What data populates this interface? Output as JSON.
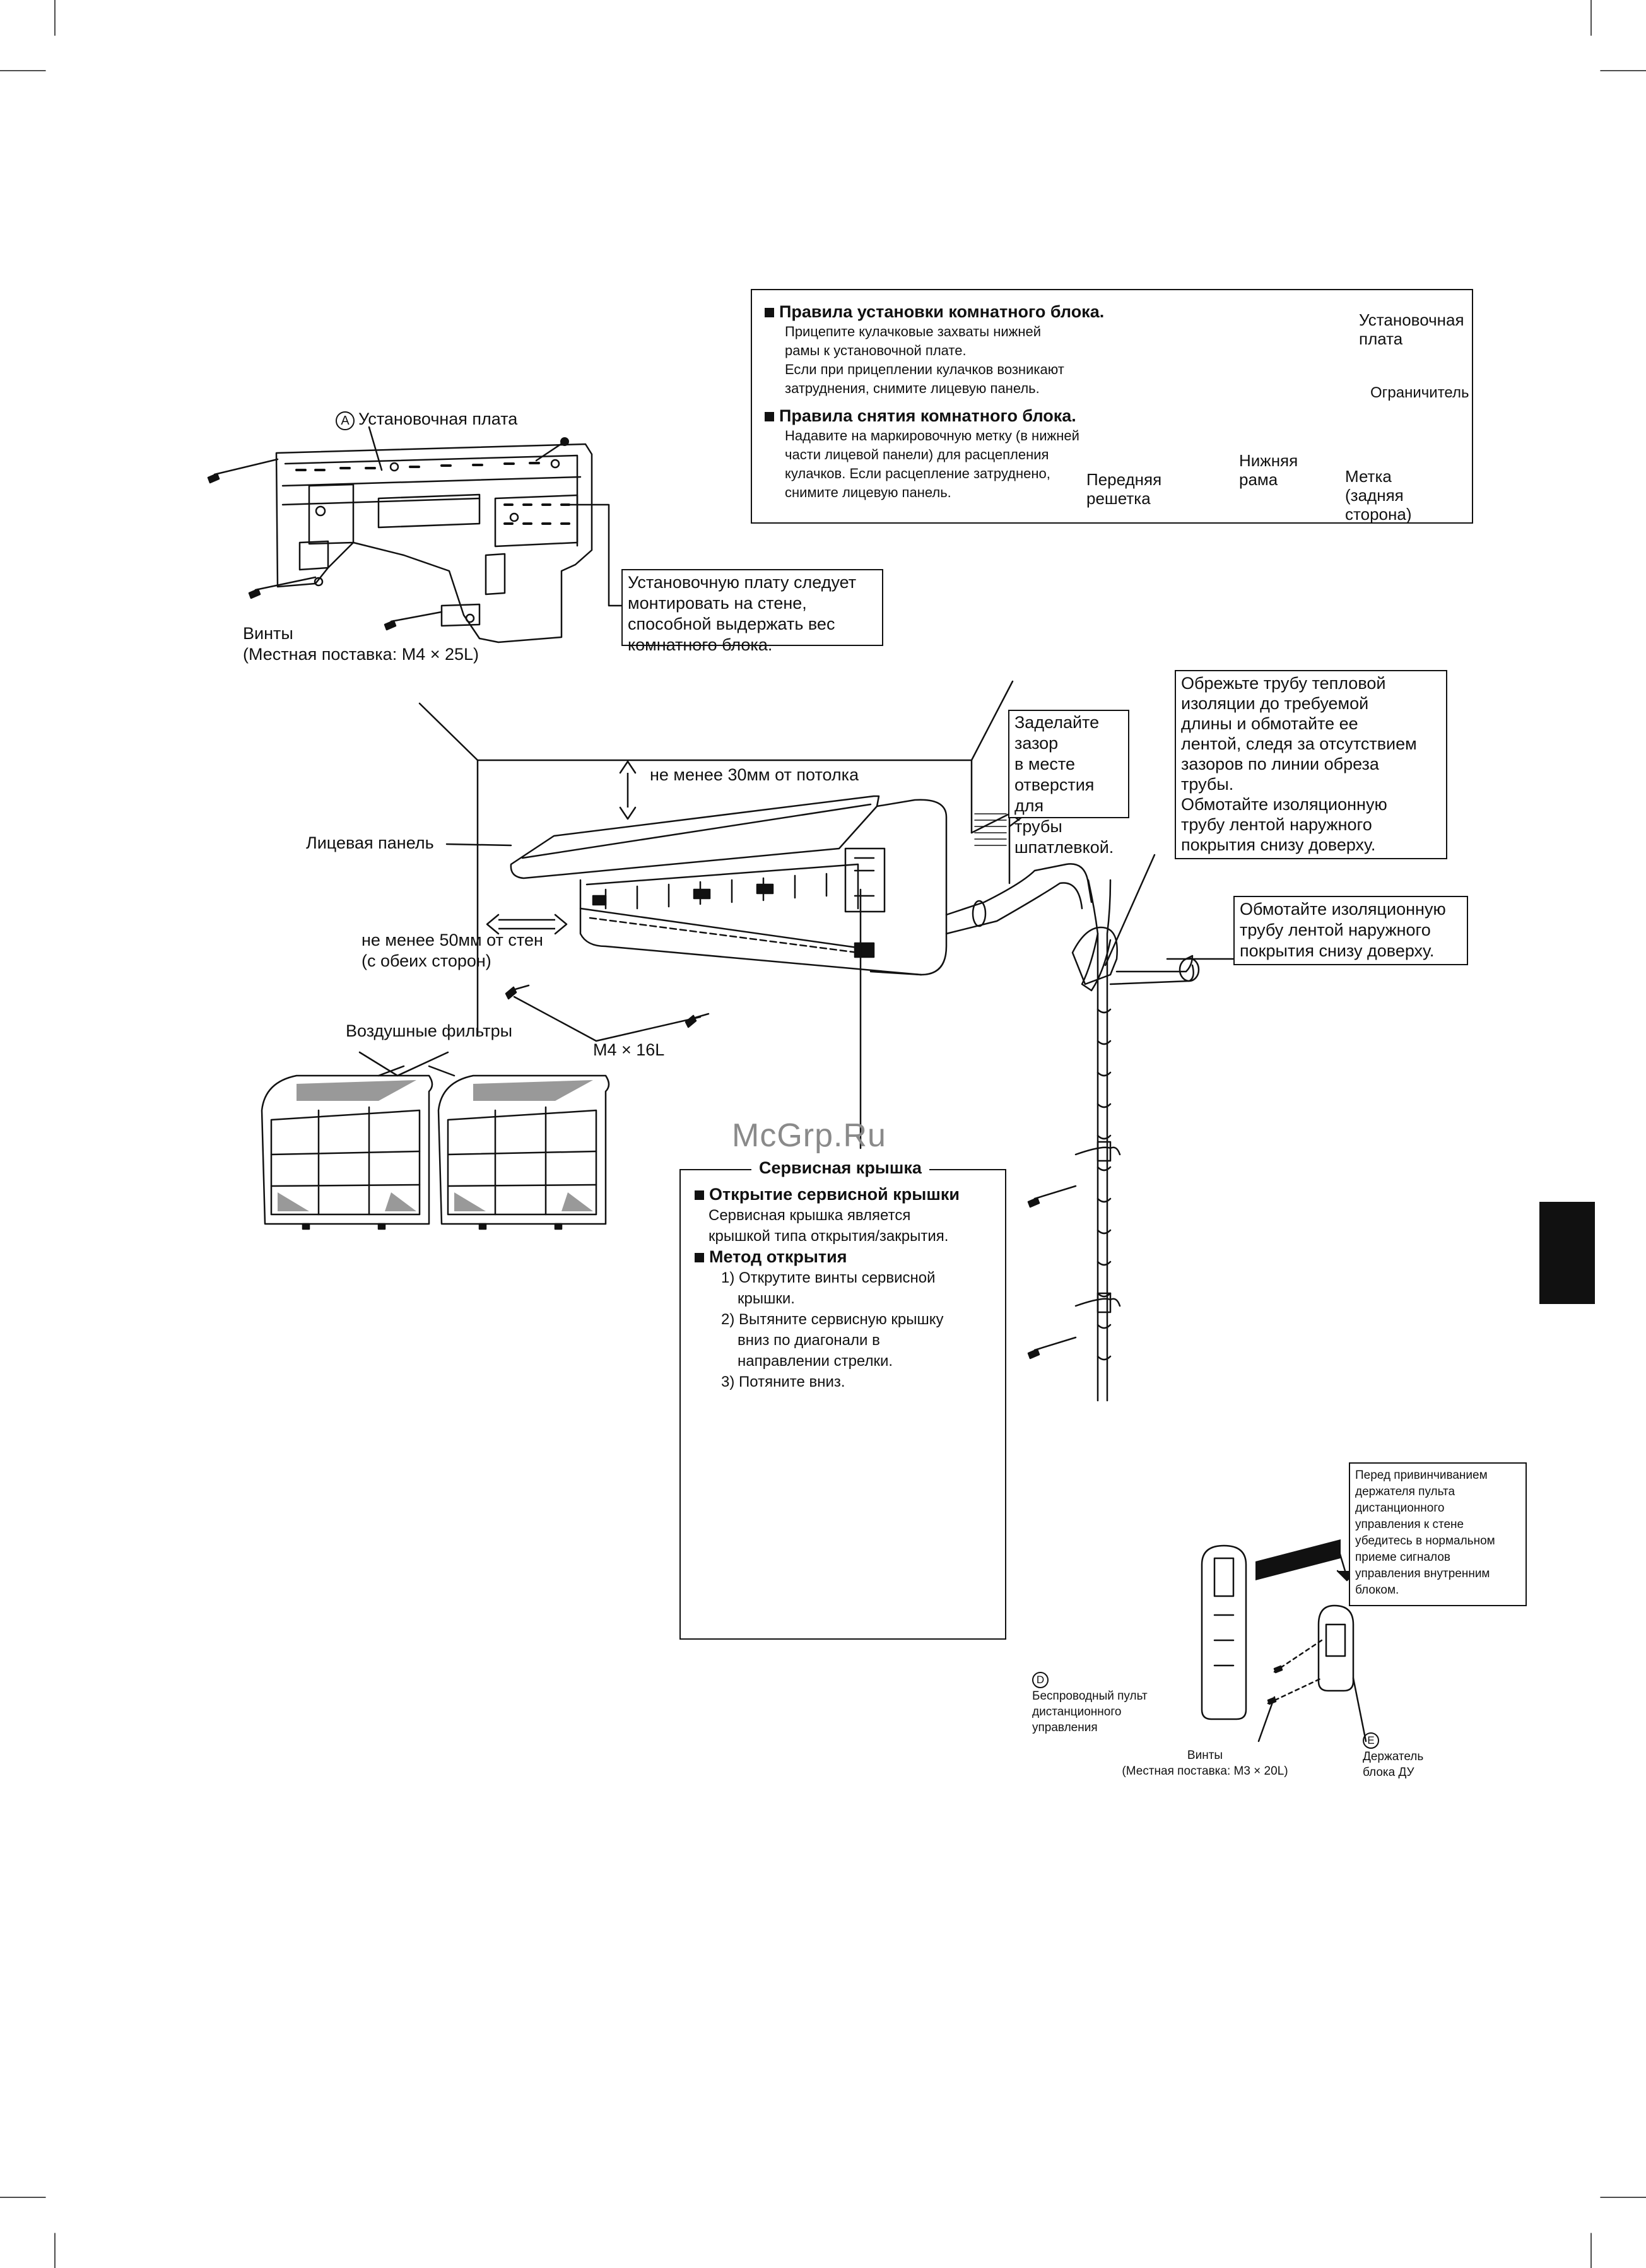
{
  "rules_box": {
    "heading_install": "Правила установки комнатного блока.",
    "install_lines": [
      "Прицепите кулачковые захваты нижней",
      "рамы к установочной плате.",
      "Если при прицеплении кулачков возникают",
      "затруднения, снимите лицевую панель."
    ],
    "heading_remove": "Правила снятия комнатного блока.",
    "remove_lines": [
      "Надавите на маркировочную метку (в нижней",
      "части лицевой панели) для расцепления",
      "кулачков. Если расцепление затруднено,",
      "снимите лицевую панель."
    ],
    "label_plate": "Установочная плата",
    "label_stopper": "Ограничитель",
    "label_lower_frame": "Нижняя рама",
    "label_mark": "Метка (задняя сторона)",
    "label_front_grille": "Передняя решетка"
  },
  "plate": {
    "letter": "A",
    "label": "Установочная плата",
    "note_lines": [
      "Установочную плату следует",
      "монтировать на стене,",
      "способной выдержать вес",
      "комнатного блока."
    ],
    "screws_label": "Винты",
    "screws_spec": "(Местная поставка: M4 × 25L)"
  },
  "installation": {
    "ceiling_clearance": "не менее 30мм от потолка",
    "front_panel": "Лицевая панель",
    "wall_clearance_1": "не менее 50мм от стен",
    "wall_clearance_2": "(с обеих сторон)",
    "air_filters": "Воздушные фильтры",
    "screw_spec": "M4 × 16L",
    "putty_lines": [
      "Заделайте зазор",
      "в месте",
      "отверстия для",
      "трубы",
      "шпатлевкой."
    ],
    "trim_lines": [
      "Обрежьте трубу тепловой",
      "изоляции до требуемой",
      "длины и обмотайте ее",
      "лентой, следя за отсутствием",
      "зазоров по линии обреза",
      "трубы.",
      "Обмотайте изоляционную",
      "трубу лентой наружного",
      "покрытия снизу доверху."
    ],
    "wrap_lines": [
      "Обмотайте изоляционную",
      "трубу лентой наружного",
      "покрытия снизу доверху."
    ]
  },
  "watermark": "McGrp.Ru",
  "service_cover": {
    "title": "Сервисная крышка",
    "heading_opening": "Открытие сервисной крышки",
    "opening_lines": [
      "Сервисная крышка является",
      "крышкой типа открытия/закрытия."
    ],
    "heading_method": "Метод открытия",
    "step1": [
      "1) Открутите винты сервисной",
      "крышки."
    ],
    "step2": [
      "2) Вытяните сервисную крышку",
      "вниз по диагонали в",
      "направлении стрелки."
    ],
    "step3": "3) Потяните вниз."
  },
  "remote": {
    "note_lines": [
      "Перед привинчиванием",
      "держателя пульта",
      "дистанционного",
      "управления к стене",
      "убедитесь в нормальном",
      "приеме сигналов",
      "управления внутренним",
      "блоком."
    ],
    "letter_d": "D",
    "remote_lines": [
      "Беспроводный пульт",
      "дистанционного",
      "управления"
    ],
    "screws_label": "Винты",
    "screws_spec": "(Местная поставка: M3 × 20L)",
    "letter_e": "E",
    "holder_lines": [
      "Держатель",
      "блока ДУ"
    ]
  }
}
